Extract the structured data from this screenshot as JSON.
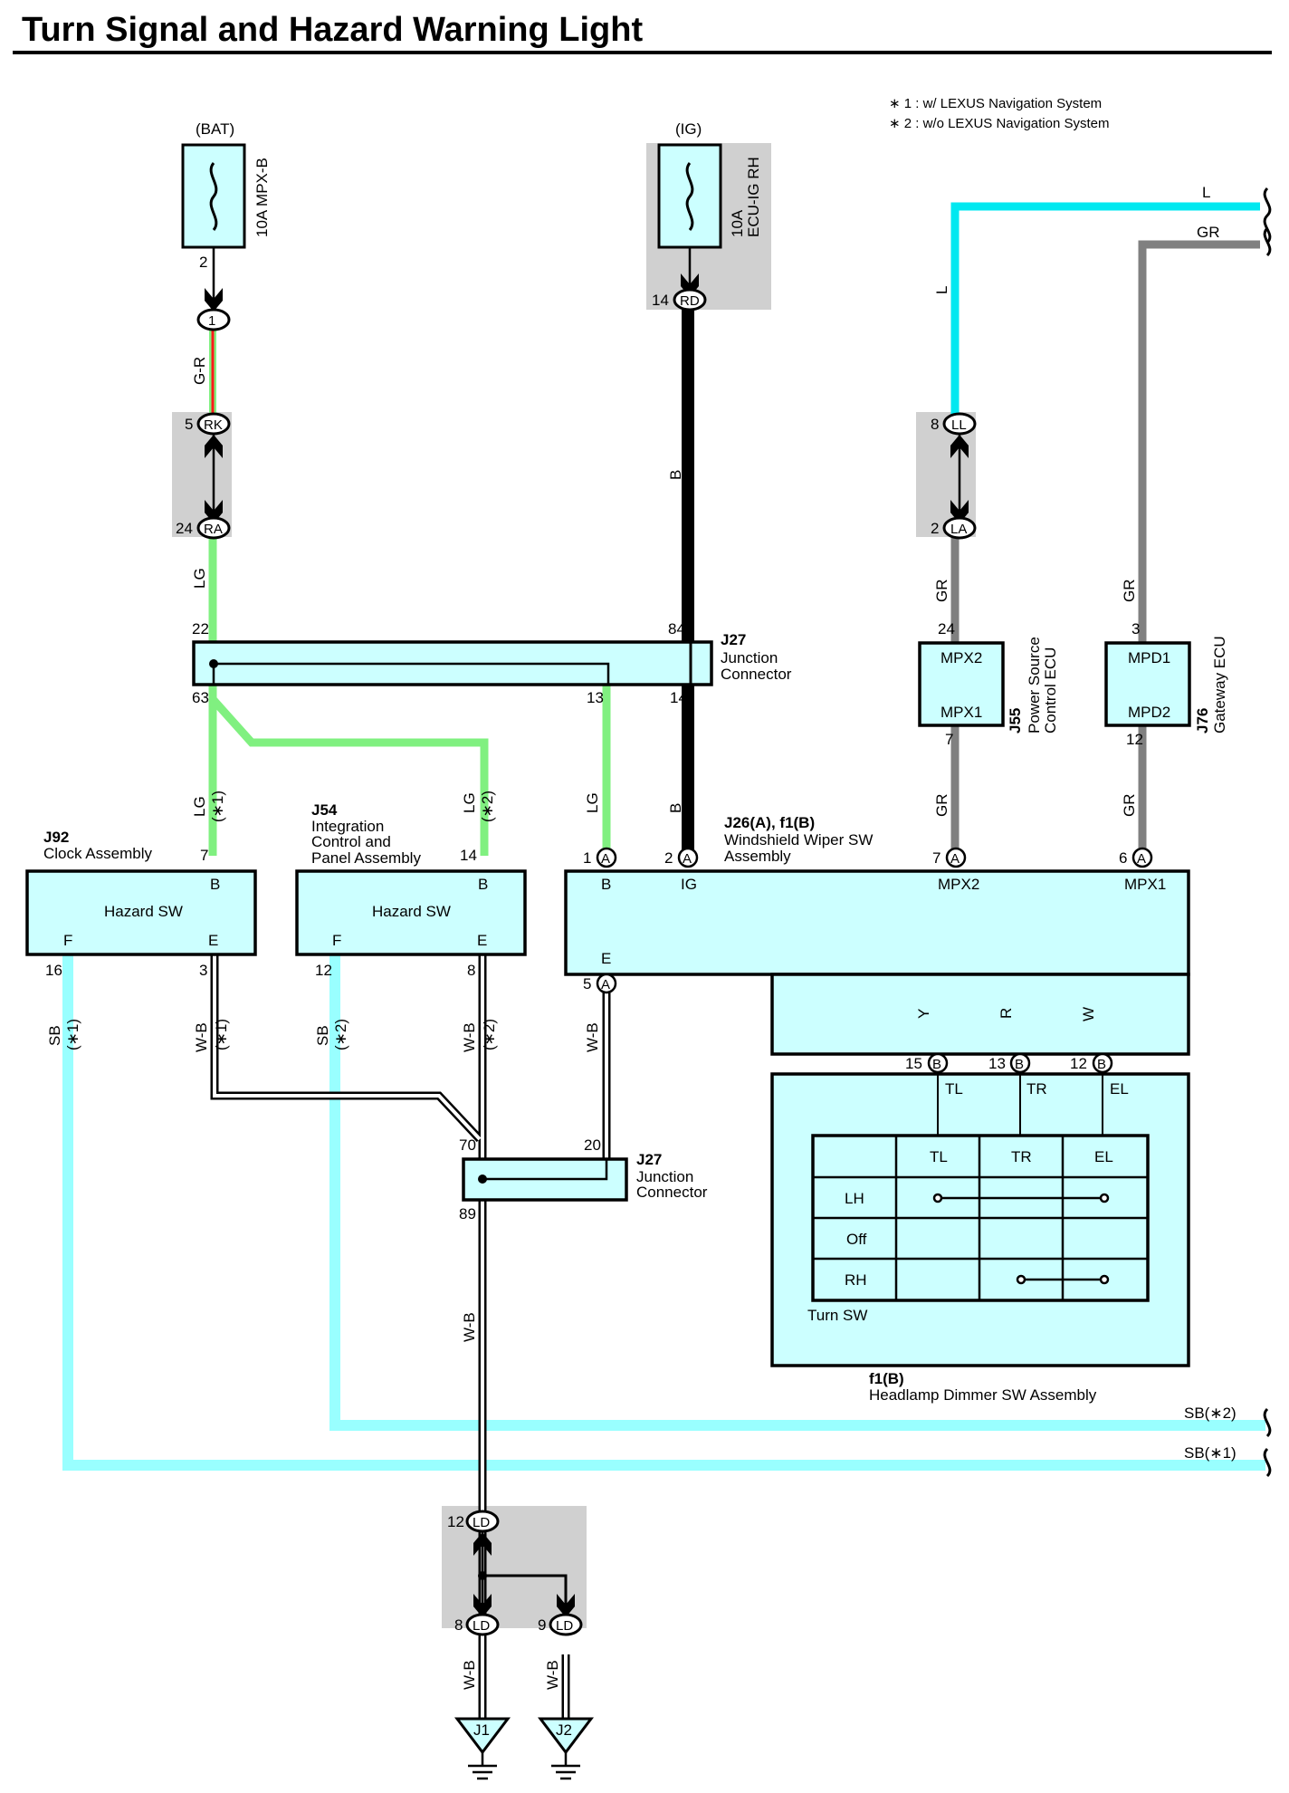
{
  "title": "Turn Signal and Hazard Warning Light",
  "notes": [
    "∗ 1 : w/ LEXUS Navigation System",
    "∗ 2 : w/o LEXUS Navigation System"
  ],
  "sources": {
    "bat": {
      "label": "(BAT)",
      "fuse": "10A MPX-B",
      "pin": "2"
    },
    "ig": {
      "label": "(IG)",
      "fuse_line1": "10A",
      "fuse_line2": "ECU-IG RH",
      "pin": "14",
      "connector": "RD"
    }
  },
  "connectors": {
    "c1": {
      "code": "1"
    },
    "rk": {
      "code": "RK",
      "pin": "5"
    },
    "ra": {
      "code": "RA",
      "pin": "24"
    },
    "ll": {
      "code": "LL",
      "pin": "8"
    },
    "la": {
      "code": "LA",
      "pin": "2"
    },
    "ld_top": {
      "code": "LD",
      "pin": "12"
    },
    "ld_8": {
      "code": "LD",
      "pin": "8"
    },
    "ld_9": {
      "code": "LD",
      "pin": "9"
    }
  },
  "wires": {
    "g_r": "G-R",
    "lg": "LG",
    "b": "B",
    "l": "L",
    "gr": "GR",
    "w_b": "W-B",
    "sb": "SB",
    "y": "Y",
    "r": "R",
    "w": "W",
    "tl": "TL",
    "tr": "TR",
    "el": "EL",
    "sb_note1": "SB(∗1)",
    "sb_note2": "SB(∗2)",
    "note1": "(∗1)",
    "note2": "(∗2)"
  },
  "j27_top": {
    "id": "J27",
    "name_line1": "Junction",
    "name_line2": "Connector",
    "pins": [
      "22",
      "84",
      "63",
      "13",
      "14"
    ]
  },
  "j27_bottom": {
    "id": "J27",
    "name_line1": "Junction",
    "name_line2": "Connector",
    "pins": [
      "70",
      "20",
      "89"
    ]
  },
  "j55": {
    "id": "J55",
    "name_line1": "Power Source",
    "name_line2": "Control ECU",
    "term_top": "MPX2",
    "term_bottom": "MPX1",
    "pin_top": "24",
    "pin_bottom": "7"
  },
  "j76": {
    "id": "J76",
    "name": "Gateway ECU",
    "term_top": "MPD1",
    "term_bottom": "MPD2",
    "pin_top": "3",
    "pin_bottom": "12"
  },
  "j92": {
    "id": "J92",
    "name": "Clock Assembly",
    "switch": "Hazard SW",
    "b": "B",
    "f": "F",
    "e": "E",
    "pin_b": "7",
    "pin_f": "16",
    "pin_e": "3"
  },
  "j54": {
    "id": "J54",
    "name_line1": "Integration",
    "name_line2": "Control and",
    "name_line3": "Panel Assembly",
    "switch": "Hazard SW",
    "b": "B",
    "f": "F",
    "e": "E",
    "pin_b": "14",
    "pin_f": "12",
    "pin_e": "8"
  },
  "j26": {
    "id": "J26(A), f1(B)",
    "name_line1": "Windshield Wiper SW",
    "name_line2": "Assembly",
    "terms": [
      "B",
      "IG",
      "MPX2",
      "MPX1",
      "E"
    ],
    "pins": [
      "1",
      "2",
      "7",
      "6",
      "5",
      "15",
      "13",
      "12"
    ],
    "conn_a": "A",
    "conn_b": "B"
  },
  "f1": {
    "id": "f1(B)",
    "name": "Headlamp Dimmer SW Assembly"
  },
  "turn_sw": {
    "name": "Turn SW",
    "cols": [
      "TL",
      "TR",
      "EL"
    ],
    "rows": [
      "LH",
      "Off",
      "RH"
    ]
  },
  "grounds": [
    "J1",
    "J2"
  ],
  "colors": {
    "box": "#ccffff",
    "lg": "#80f080",
    "l": "#00e8f0",
    "gr": "#808080",
    "sb": "#99ffff",
    "y": "#ffd700",
    "r": "#ff1a1a",
    "shade": "#d0d0d0"
  }
}
